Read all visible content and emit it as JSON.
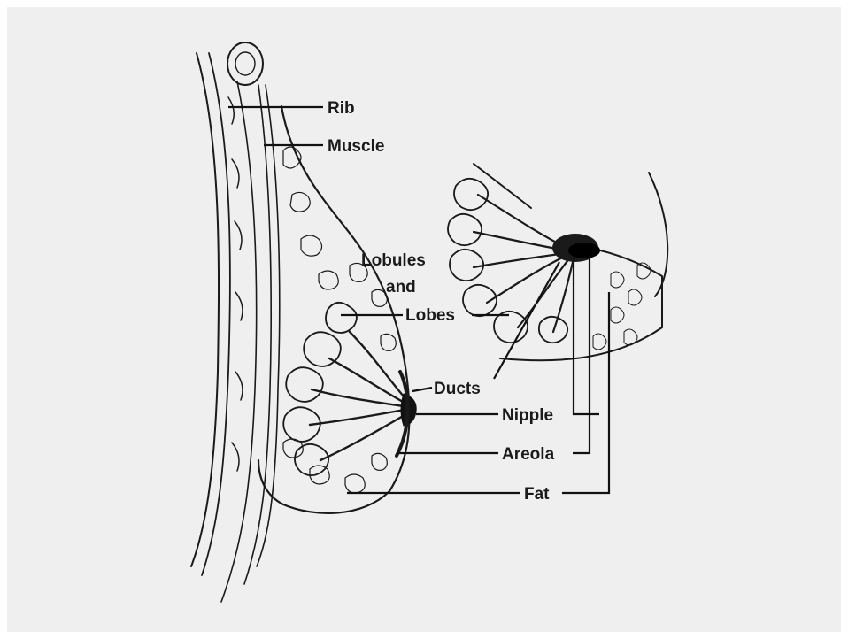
{
  "diagram": {
    "labels": {
      "rib": "Rib",
      "muscle": "Muscle",
      "lobules_line1": "Lobules",
      "lobules_line2": "and",
      "lobes": "Lobes",
      "ducts": "Ducts",
      "nipple": "Nipple",
      "areola": "Areola",
      "fat": "Fat"
    }
  }
}
